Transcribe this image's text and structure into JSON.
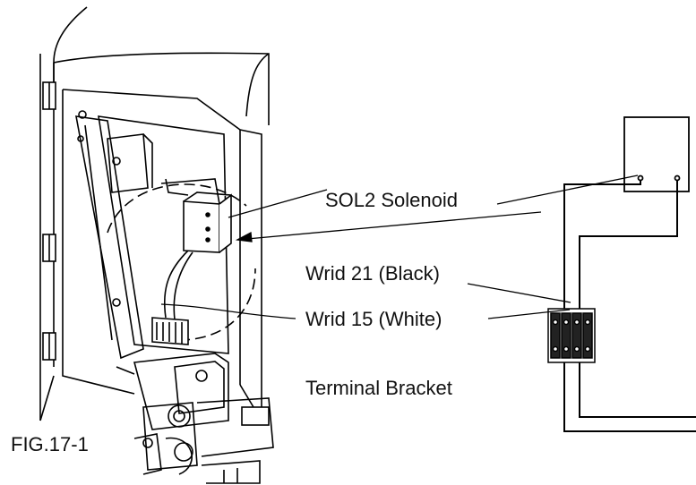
{
  "labels": {
    "solenoid": "SOL2 Solenoid",
    "wire_black": "Wrid 21 (Black)",
    "wire_white": "Wrid 15 (White)",
    "terminal": "Terminal Bracket",
    "figure": "FIG.17-1"
  }
}
